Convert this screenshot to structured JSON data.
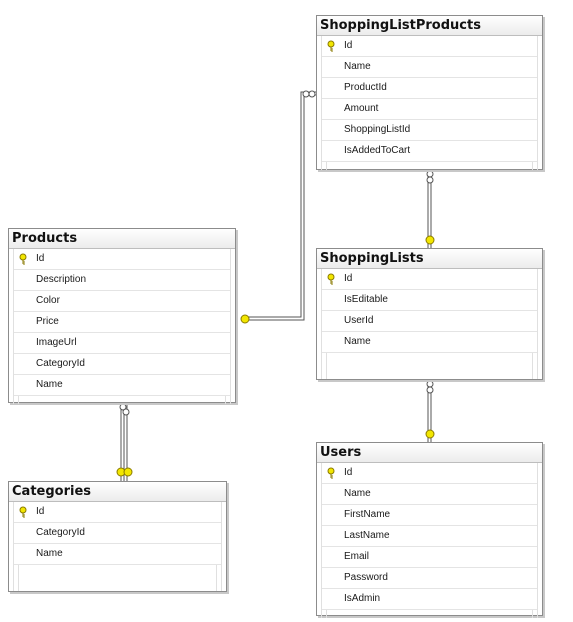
{
  "tables": [
    {
      "name": "ShoppingListProducts",
      "columns": [
        "Id",
        "Name",
        "ProductId",
        "Amount",
        "ShoppingListId",
        "IsAddedToCart"
      ],
      "primary_key": "Id"
    },
    {
      "name": "Products",
      "columns": [
        "Id",
        "Description",
        "Color",
        "Price",
        "ImageUrl",
        "CategoryId",
        "Name"
      ],
      "primary_key": "Id"
    },
    {
      "name": "ShoppingLists",
      "columns": [
        "Id",
        "IsEditable",
        "UserId",
        "Name"
      ],
      "primary_key": "Id"
    },
    {
      "name": "Categories",
      "columns": [
        "Id",
        "CategoryId",
        "Name"
      ],
      "primary_key": "Id"
    },
    {
      "name": "Users",
      "columns": [
        "Id",
        "Name",
        "FirstName",
        "LastName",
        "Email",
        "Password",
        "IsAdmin"
      ],
      "primary_key": "Id"
    }
  ],
  "relationships": [
    {
      "from": "ShoppingListProducts",
      "to": "Products",
      "from_end": "many",
      "to_end": "one"
    },
    {
      "from": "ShoppingListProducts",
      "to": "ShoppingLists",
      "from_end": "many",
      "to_end": "one"
    },
    {
      "from": "ShoppingLists",
      "to": "Users",
      "from_end": "many",
      "to_end": "one"
    },
    {
      "from": "Products",
      "to": "Categories",
      "from_end": "many",
      "to_end": "one"
    }
  ],
  "colors": {
    "key": "#f2e600",
    "key_outline": "#8a7a00",
    "line": "#555555",
    "border": "#8c8c8c"
  }
}
